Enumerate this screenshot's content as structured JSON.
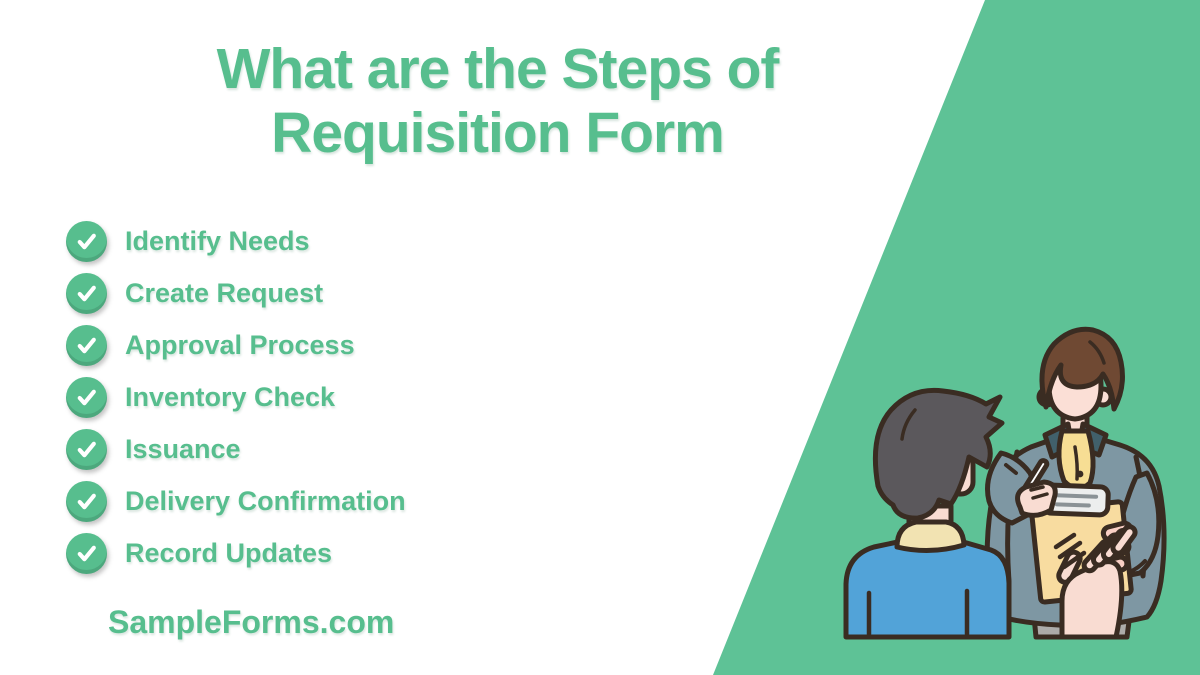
{
  "title": {
    "line1": "What are the Steps of",
    "line2": "Requisition Form"
  },
  "checklist": {
    "items": [
      {
        "label": "Identify Needs"
      },
      {
        "label": "Create Request"
      },
      {
        "label": "Approval Process"
      },
      {
        "label": "Inventory Check"
      },
      {
        "label": "Issuance"
      },
      {
        "label": "Delivery Confirmation"
      },
      {
        "label": "Record Updates"
      }
    ]
  },
  "brand": {
    "label": "SampleForms.com"
  },
  "icons": {
    "list_bullet": "check-circle-icon"
  },
  "colors": {
    "accent_green": "#57BE8E",
    "background_green": "#5EC296",
    "page_background": "#FFFFFF",
    "outline_dark": "#3A2C22",
    "shirt_blue": "#52A3D8",
    "jacket_gray_blue": "#7E97A3",
    "clipboard_tan": "#F8DCA0",
    "skin_tone": "#F9DCD2",
    "shirt_yellow": "#F7DE94",
    "collar_cream": "#F2E3B2",
    "hair_gray": "#5B585C",
    "hair_brown": "#6F4933",
    "trousers_gray": "#ACABA9"
  }
}
